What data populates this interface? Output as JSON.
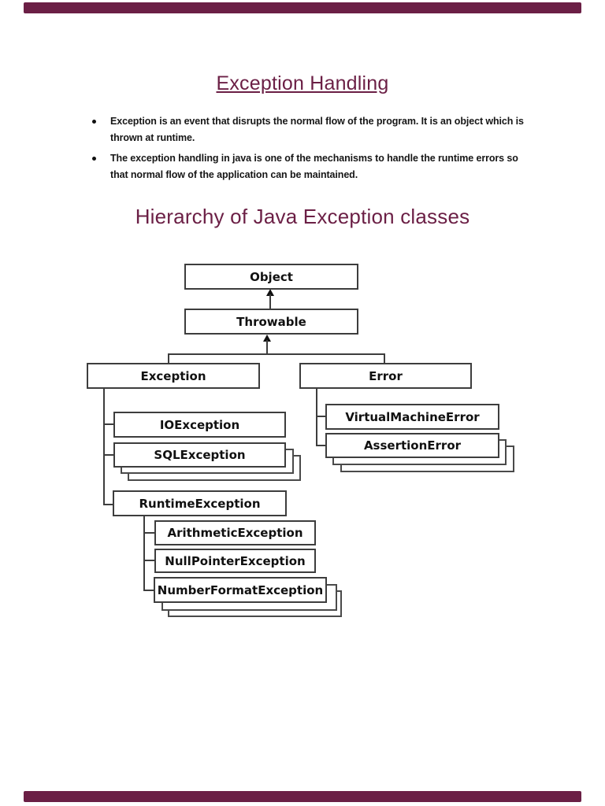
{
  "header": {
    "title": "Exception Handling"
  },
  "bullets": [
    {
      "line1": "Exception is an event that disrupts the normal flow of the program. It is an object which is",
      "line2": "thrown at runtime."
    },
    {
      "line1": "The exception handling in java is one of the mechanisms to handle the runtime errors so",
      "line2": "that normal flow of the application can be maintained."
    }
  ],
  "section": {
    "heading": "Hierarchy of Java Exception classes"
  },
  "colors": {
    "accent_maroon": "#6b1f45",
    "box_border": "#3d3d3d",
    "text_black": "#111111",
    "page_background": "#ffffff"
  },
  "diagram": {
    "type": "class-hierarchy",
    "nodes": {
      "object": {
        "label": "Object",
        "parent": null
      },
      "throwable": {
        "label": "Throwable",
        "parent": "Object"
      },
      "exception": {
        "label": "Exception",
        "parent": "Throwable"
      },
      "error": {
        "label": "Error",
        "parent": "Throwable"
      },
      "ioexception": {
        "label": "IOException",
        "parent": "Exception"
      },
      "sqlexception": {
        "label": "SQLException",
        "parent": "Exception"
      },
      "runtimeexception": {
        "label": "RuntimeException",
        "parent": "Exception"
      },
      "virtualmachineerror": {
        "label": "VirtualMachineError",
        "parent": "Error"
      },
      "assertionerror": {
        "label": "AssertionError",
        "parent": "Error"
      },
      "arithmeticexception": {
        "label": "ArithmeticException",
        "parent": "RuntimeException"
      },
      "nullpointerexception": {
        "label": "NullPointerException",
        "parent": "RuntimeException"
      },
      "numberformatexception": {
        "label": "NumberFormatException",
        "parent": "RuntimeException"
      }
    }
  }
}
